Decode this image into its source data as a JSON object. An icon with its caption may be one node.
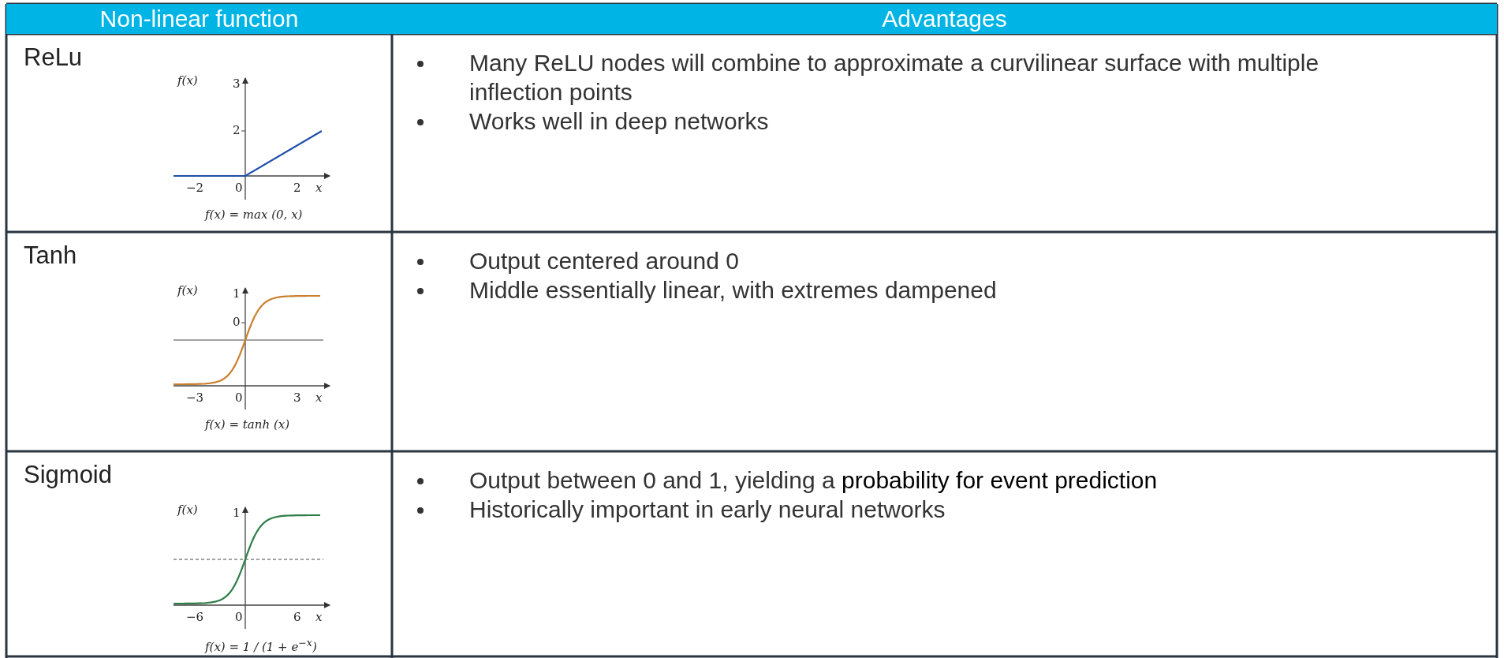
{
  "diagram": {
    "labels": [
      "Non-linear function",
      "Advantages",
      "ReLu",
      "f(x)",
      "3",
      "2",
      "−2",
      "0",
      "2",
      "x",
      "f(x) = max (0, x)",
      "Many ReLU nodes will combine to approximate a curvilinear surface with multiple inflection points",
      "Works well in deep networks",
      "Tanh",
      "f(x)",
      "1",
      "0",
      "−3",
      "0",
      "3",
      "x",
      "f(x) = tanh (x)",
      "Output centered around 0",
      "Middle essentially linear, with extremes dampened",
      "Sigmoid",
      "f(x)",
      "1",
      "−6",
      "0",
      "6",
      "x",
      "f(x) = 1 / (1 + e$^{−x}$)",
      "Output between 0 and 1, yielding a **probability for event prediction**",
      "Historically important in early neural networks"
    ]
  }
}
